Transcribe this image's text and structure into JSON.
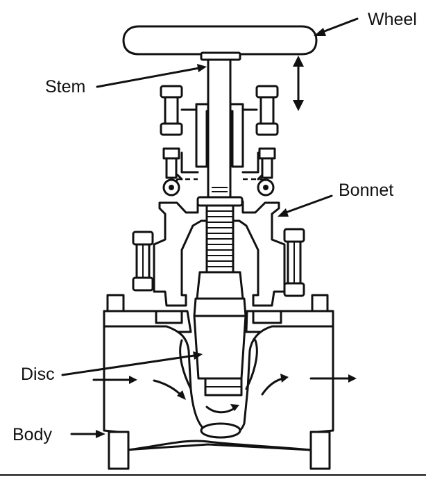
{
  "labels": {
    "wheel": "Wheel",
    "stem": "Stem",
    "bonnet": "Bonnet",
    "disc": "Disc",
    "body": "Body"
  },
  "colors": {
    "line": "#111111",
    "background": "#ffffff"
  }
}
